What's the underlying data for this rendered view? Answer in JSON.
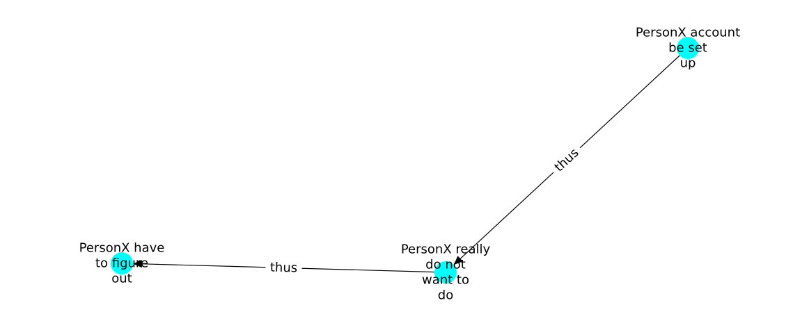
{
  "graph": {
    "node_color": "#00ffff",
    "edge_color": "#000000",
    "nodes": [
      {
        "id": "n1",
        "lines": [
          "PersonX account",
          "be set",
          "up"
        ]
      },
      {
        "id": "n2",
        "lines": [
          "PersonX really",
          "do not",
          "want to",
          "do"
        ]
      },
      {
        "id": "n3",
        "lines": [
          "PersonX have",
          "to figure",
          "out"
        ]
      }
    ],
    "edges": [
      {
        "source": "n1",
        "target": "n2",
        "label": "thus"
      },
      {
        "source": "n2",
        "target": "n3",
        "label": "thus"
      }
    ]
  }
}
